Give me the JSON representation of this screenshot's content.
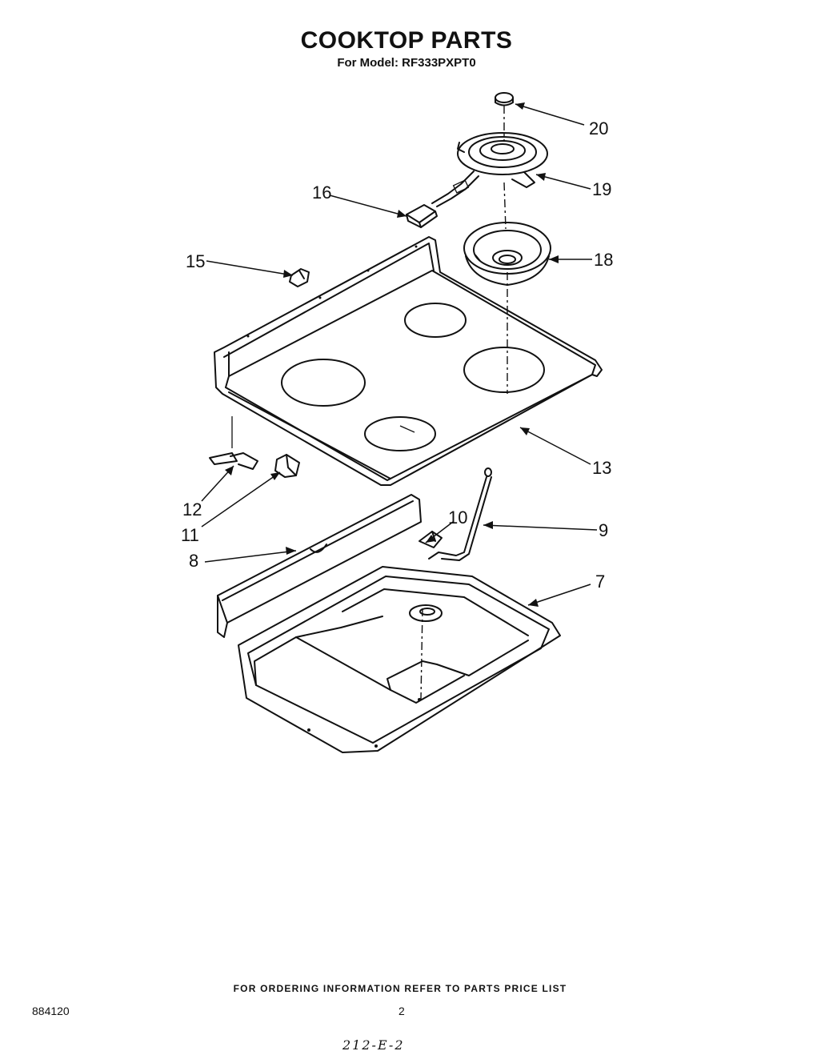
{
  "header": {
    "title": "COOKTOP PARTS",
    "subtitle": "For Model: RF333PXPT0"
  },
  "callouts": [
    {
      "id": "20",
      "label": "20"
    },
    {
      "id": "19",
      "label": "19"
    },
    {
      "id": "18",
      "label": "18"
    },
    {
      "id": "16",
      "label": "16"
    },
    {
      "id": "15",
      "label": "15"
    },
    {
      "id": "13",
      "label": "13"
    },
    {
      "id": "12",
      "label": "12"
    },
    {
      "id": "11",
      "label": "11"
    },
    {
      "id": "10",
      "label": "10"
    },
    {
      "id": "9",
      "label": "9"
    },
    {
      "id": "8",
      "label": "8"
    },
    {
      "id": "7",
      "label": "7"
    }
  ],
  "footer": {
    "ordering_note": "FOR ORDERING INFORMATION REFER TO PARTS PRICE LIST",
    "doc_number": "884120",
    "page_number": "2",
    "handwritten_code": "212-E-2"
  }
}
